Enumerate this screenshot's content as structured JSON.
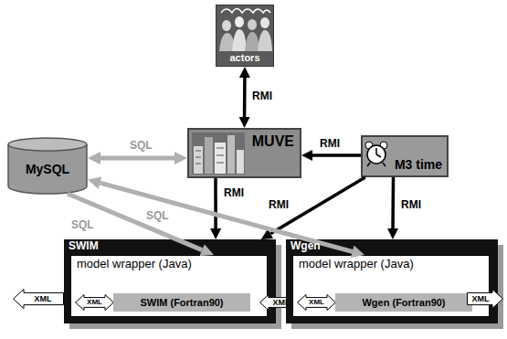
{
  "diagram": {
    "nodes": [
      {
        "text": [
          "actors"
        ]
      },
      {
        "text": [
          "MUVE"
        ]
      },
      {
        "text": [
          "M3 time"
        ]
      },
      {
        "text": [
          "MySQL"
        ]
      },
      {
        "text": [
          "XML"
        ]
      },
      {
        "text": [
          "SWIM"
        ]
      },
      {
        "text": [
          "model wrapper (Java)"
        ],
        "in": 5
      },
      {
        "text": [
          "XML"
        ],
        "in": 6
      },
      {
        "text": [
          "SWIM (Fortran90)"
        ],
        "in": 6
      },
      {
        "text": [
          "XML"
        ]
      },
      {
        "text": [
          "Wgen"
        ]
      },
      {
        "text": [
          "model wrapper (Java)"
        ],
        "in": 10
      },
      {
        "text": [
          "XML"
        ],
        "in": 11
      },
      {
        "text": [
          "Wgen (Fortran90)"
        ],
        "in": 11
      },
      {
        "text": [
          "XML"
        ]
      }
    ],
    "edges": [
      {
        "from": 0,
        "to": 1,
        "label": "RMI",
        "arrow": "both"
      },
      {
        "from": 2,
        "to": 1,
        "label": "RMI",
        "arrow": "to"
      },
      {
        "from": 3,
        "to": 1,
        "label": "SQL",
        "arrow": "both"
      },
      {
        "from": 1,
        "to": 5,
        "label": "RMI",
        "arrow": "to"
      },
      {
        "from": 2,
        "to": 5,
        "label": "RMI",
        "arrow": "to"
      },
      {
        "from": 2,
        "to": 10,
        "label": "RMI",
        "arrow": "to"
      },
      {
        "from": 3,
        "to": 6,
        "label": "SQL",
        "arrow": "to"
      },
      {
        "from": 3,
        "to": 11,
        "label": "SQL",
        "arrow": "both"
      }
    ]
  }
}
